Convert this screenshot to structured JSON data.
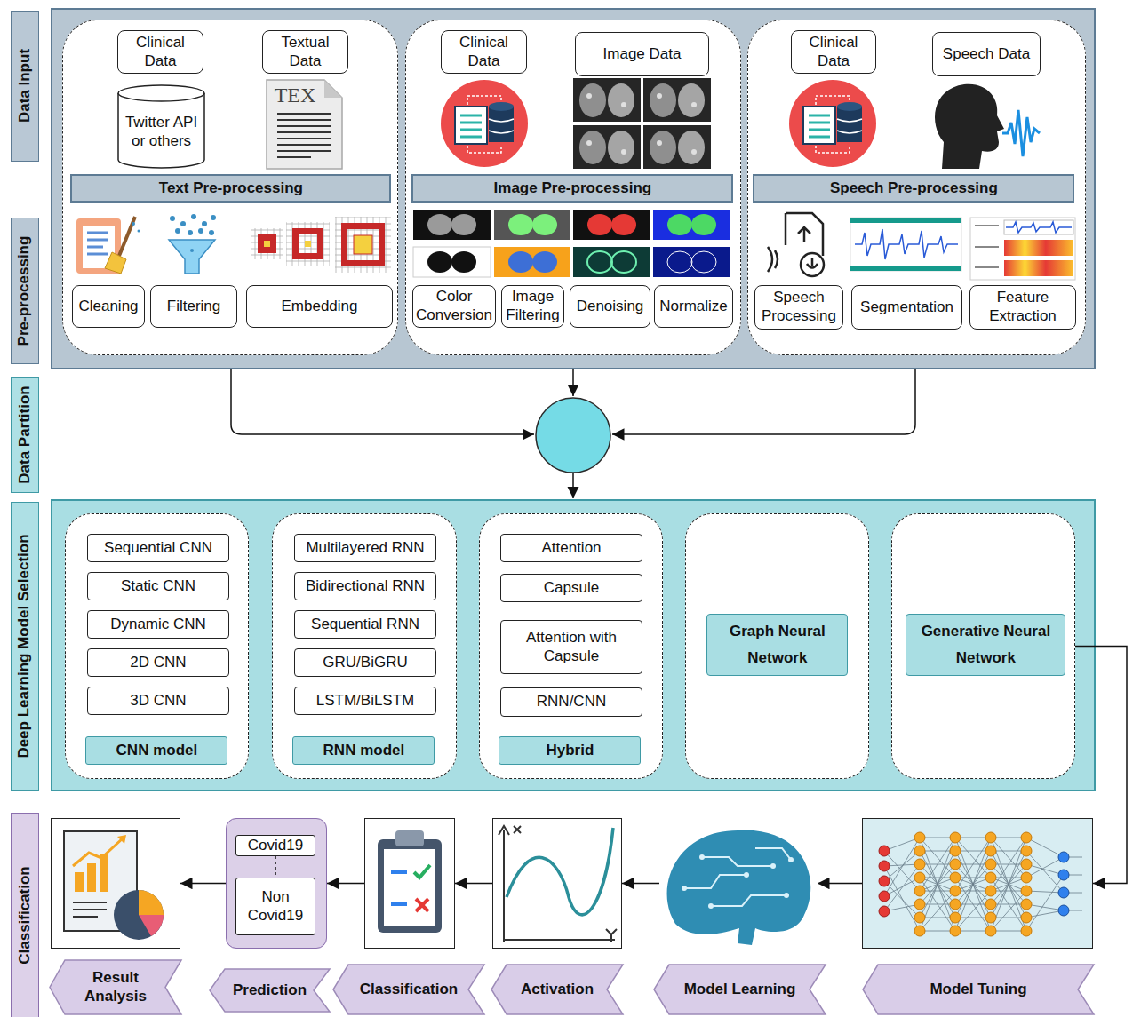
{
  "diagram": {
    "nodes": [
      {
        "text": [
          "Data Input"
        ]
      },
      {
        "text": [
          "Pre-processing"
        ]
      },
      {
        "text": [
          "Data Partition"
        ]
      },
      {
        "text": [
          "Deep Learning Model Selection"
        ]
      },
      {
        "text": [
          "Classification"
        ]
      },
      {
        "text": [
          "Text Pre-processing"
        ]
      },
      {
        "text": [
          "Clinical Data"
        ],
        "in": 5
      },
      {
        "text": [
          "Textual Data"
        ],
        "in": 5
      },
      {
        "text": [
          "Twitter API or others"
        ],
        "in": 5
      },
      {
        "text": [
          "Cleaning"
        ],
        "in": 5
      },
      {
        "text": [
          "Filtering"
        ],
        "in": 5
      },
      {
        "text": [
          "Embedding"
        ],
        "in": 5
      },
      {
        "text": [
          "Image Pre-processing"
        ]
      },
      {
        "text": [
          "Clinical Data"
        ],
        "in": 12
      },
      {
        "text": [
          "Image Data"
        ],
        "in": 12
      },
      {
        "text": [
          "Color Conversion"
        ],
        "in": 12
      },
      {
        "text": [
          "Image Filtering"
        ],
        "in": 12
      },
      {
        "text": [
          "Denoising"
        ],
        "in": 12
      },
      {
        "text": [
          "Normalize"
        ],
        "in": 12
      },
      {
        "text": [
          "Speech Pre-processing"
        ]
      },
      {
        "text": [
          "Clinical Data"
        ],
        "in": 19
      },
      {
        "text": [
          "Speech Data"
        ],
        "in": 19
      },
      {
        "text": [
          "Speech Processing"
        ],
        "in": 19
      },
      {
        "text": [
          "Segmentation"
        ],
        "in": 19
      },
      {
        "text": [
          "Feature Extraction"
        ],
        "in": 19
      },
      {
        "text": [
          "CNN model"
        ]
      },
      {
        "text": [
          "Sequential CNN"
        ],
        "in": 25
      },
      {
        "text": [
          "Static CNN"
        ],
        "in": 25
      },
      {
        "text": [
          "Dynamic CNN"
        ],
        "in": 25
      },
      {
        "text": [
          "2D CNN"
        ],
        "in": 25
      },
      {
        "text": [
          "3D CNN"
        ],
        "in": 25
      },
      {
        "text": [
          "RNN model"
        ]
      },
      {
        "text": [
          "Multilayered RNN"
        ],
        "in": 31
      },
      {
        "text": [
          "Bidirectional RNN"
        ],
        "in": 31
      },
      {
        "text": [
          "Sequential RNN"
        ],
        "in": 31
      },
      {
        "text": [
          "GRU/BiGRU"
        ],
        "in": 31
      },
      {
        "text": [
          "LSTM/BiLSTM"
        ],
        "in": 31
      },
      {
        "text": [
          "Hybrid"
        ]
      },
      {
        "text": [
          "Attention"
        ],
        "in": 37
      },
      {
        "text": [
          "Capsule"
        ],
        "in": 37
      },
      {
        "text": [
          "Attention with Capsule"
        ],
        "in": 37
      },
      {
        "text": [
          "RNN/CNN"
        ],
        "in": 37
      },
      {
        "text": [
          "Graph Neural Network"
        ]
      },
      {
        "text": [
          "Generative Neural Network"
        ]
      },
      {
        "text": [
          "Result Analysis"
        ]
      },
      {
        "text": [
          "Prediction"
        ]
      },
      {
        "text": [
          "Covid19"
        ],
        "in": 45
      },
      {
        "text": [
          "Non Covid19"
        ],
        "in": 45
      },
      {
        "text": [
          "Classification"
        ]
      },
      {
        "text": [
          "Activation"
        ]
      },
      {
        "text": [
          "Model Learning"
        ]
      },
      {
        "text": [
          "Model Tuning"
        ]
      }
    ],
    "edges": [
      {
        "from": 43,
        "to": 51,
        "arrow": "to"
      },
      {
        "from": 51,
        "to": 50,
        "arrow": "to"
      },
      {
        "from": 50,
        "to": 49,
        "arrow": "to"
      },
      {
        "from": 49,
        "to": 48,
        "arrow": "to"
      },
      {
        "from": 48,
        "to": 45,
        "arrow": "to"
      },
      {
        "from": 45,
        "to": 44,
        "arrow": "to"
      },
      {
        "from": 46,
        "to": 47,
        "arrow": "none"
      }
    ],
    "labels": [
      "TEX"
    ]
  }
}
